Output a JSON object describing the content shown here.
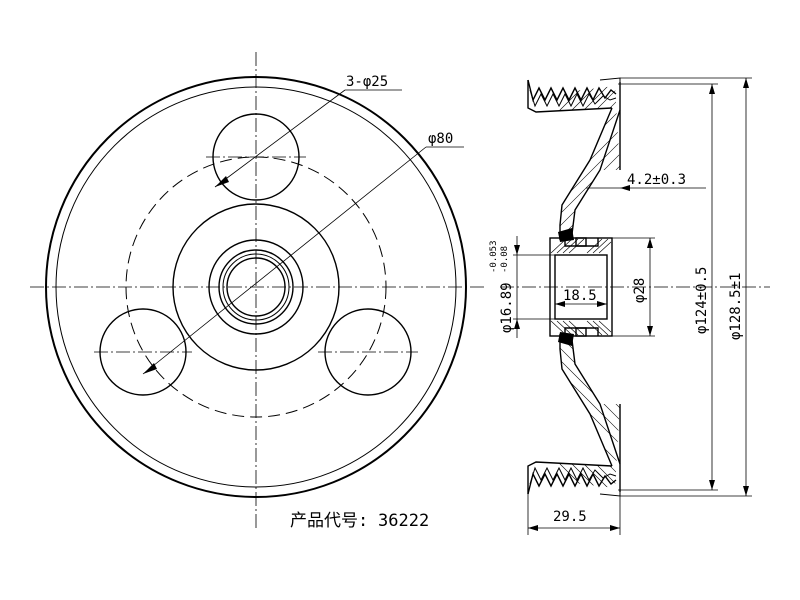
{
  "drawing": {
    "caption_label": "产品代号:",
    "caption_code": "36222",
    "front_view": {
      "hole_callout": "3-φ25",
      "bolt_circle": "φ80"
    },
    "section_view": {
      "dim_hub_offset": "4.2±0.3",
      "dim_bore": "φ16.89",
      "dim_bore_tol_upper": "-0.053",
      "dim_bore_tol_lower": "-0.08",
      "dim_hub_length": "18.5",
      "dim_hub_od": "φ28",
      "dim_groove_dia": "φ124±0.5",
      "dim_outer_dia": "φ128.5±1",
      "dim_width": "29.5"
    }
  }
}
